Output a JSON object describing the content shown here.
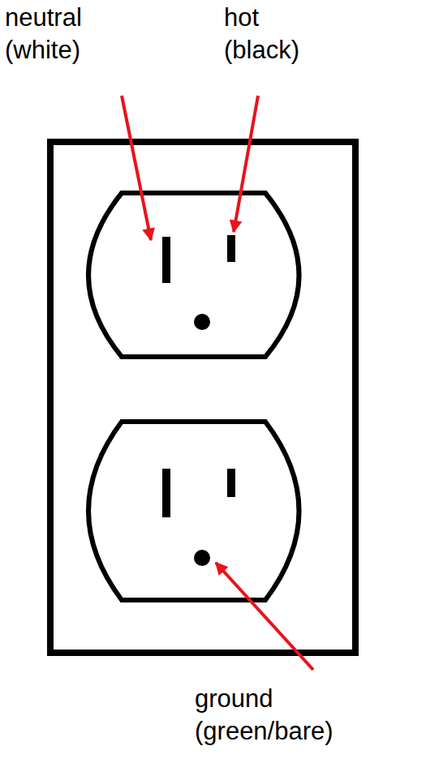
{
  "diagram": {
    "labels": [
      "neutral (white)",
      "hot (black)",
      "ground (green/bare)"
    ]
  }
}
